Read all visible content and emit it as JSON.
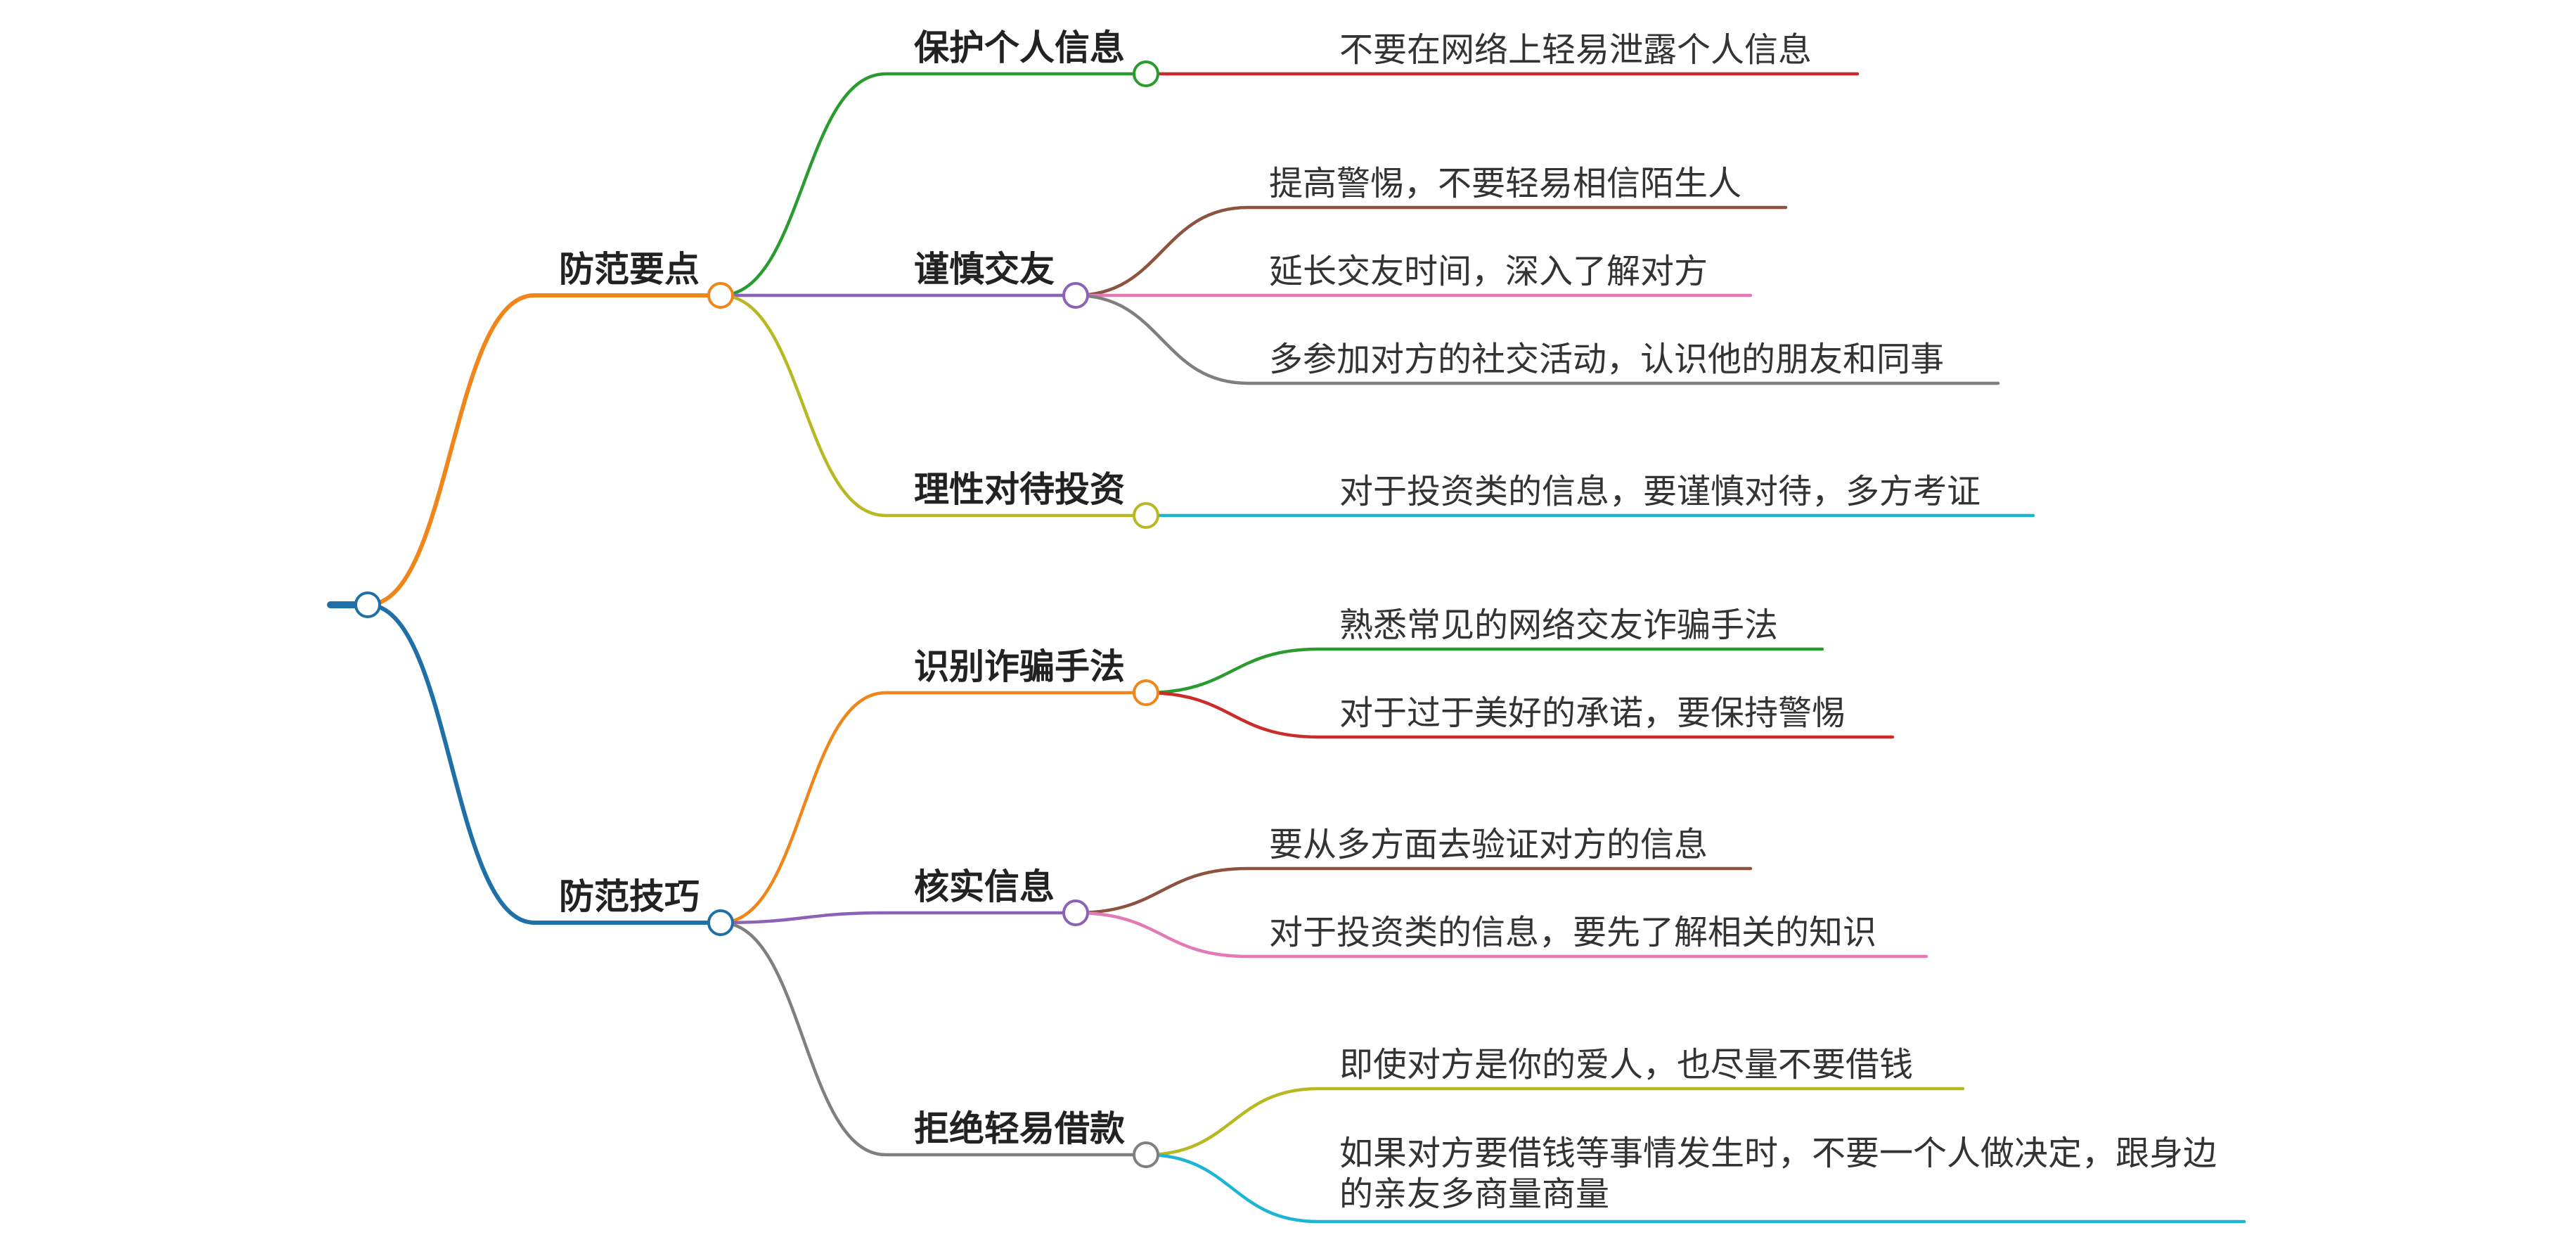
{
  "mindmap": {
    "root": {
      "label": "",
      "color": "#1f6fa8"
    },
    "branches": [
      {
        "label": "防范要点",
        "color": "#f08519",
        "children": [
          {
            "label": "保护个人信息",
            "color": "#2a9b2e",
            "leaves": [
              {
                "text": "不要在网络上轻易泄露个人信息",
                "color": "#cc2b2b"
              }
            ]
          },
          {
            "label": "谨慎交友",
            "color": "#8c62b6",
            "leaves": [
              {
                "text": "提高警惕，不要轻易相信陌生人",
                "color": "#8b5340"
              },
              {
                "text": "延长交友时间，深入了解对方",
                "color": "#e27ab8"
              },
              {
                "text": "多参加对方的社交活动，认识他的朋友和同事",
                "color": "#7f7f7f"
              }
            ]
          },
          {
            "label": "理性对待投资",
            "color": "#b8b822",
            "leaves": [
              {
                "text": "对于投资类的信息，要谨慎对待，多方考证",
                "color": "#1cb6d4"
              }
            ]
          }
        ]
      },
      {
        "label": "防范技巧",
        "color": "#1f6fa8",
        "children": [
          {
            "label": "识别诈骗手法",
            "color": "#f08519",
            "leaves": [
              {
                "text": "熟悉常见的网络交友诈骗手法",
                "color": "#2a9b2e"
              },
              {
                "text": "对于过于美好的承诺，要保持警惕",
                "color": "#cc2b2b"
              }
            ]
          },
          {
            "label": "核实信息",
            "color": "#8c62b6",
            "leaves": [
              {
                "text": "要从多方面去验证对方的信息",
                "color": "#8b5340"
              },
              {
                "text": "对于投资类的信息，要先了解相关的知识",
                "color": "#e27ab8"
              }
            ]
          },
          {
            "label": "拒绝轻易借款",
            "color": "#7f7f7f",
            "leaves": [
              {
                "text": "即使对方是你的爱人，也尽量不要借钱",
                "color": "#b8b822"
              },
              {
                "text": "如果对方要借钱等事情发生时，不要一个人做决定，跟身边的亲友多商量商量",
                "color": "#1cb6d4"
              }
            ]
          }
        ]
      }
    ]
  }
}
